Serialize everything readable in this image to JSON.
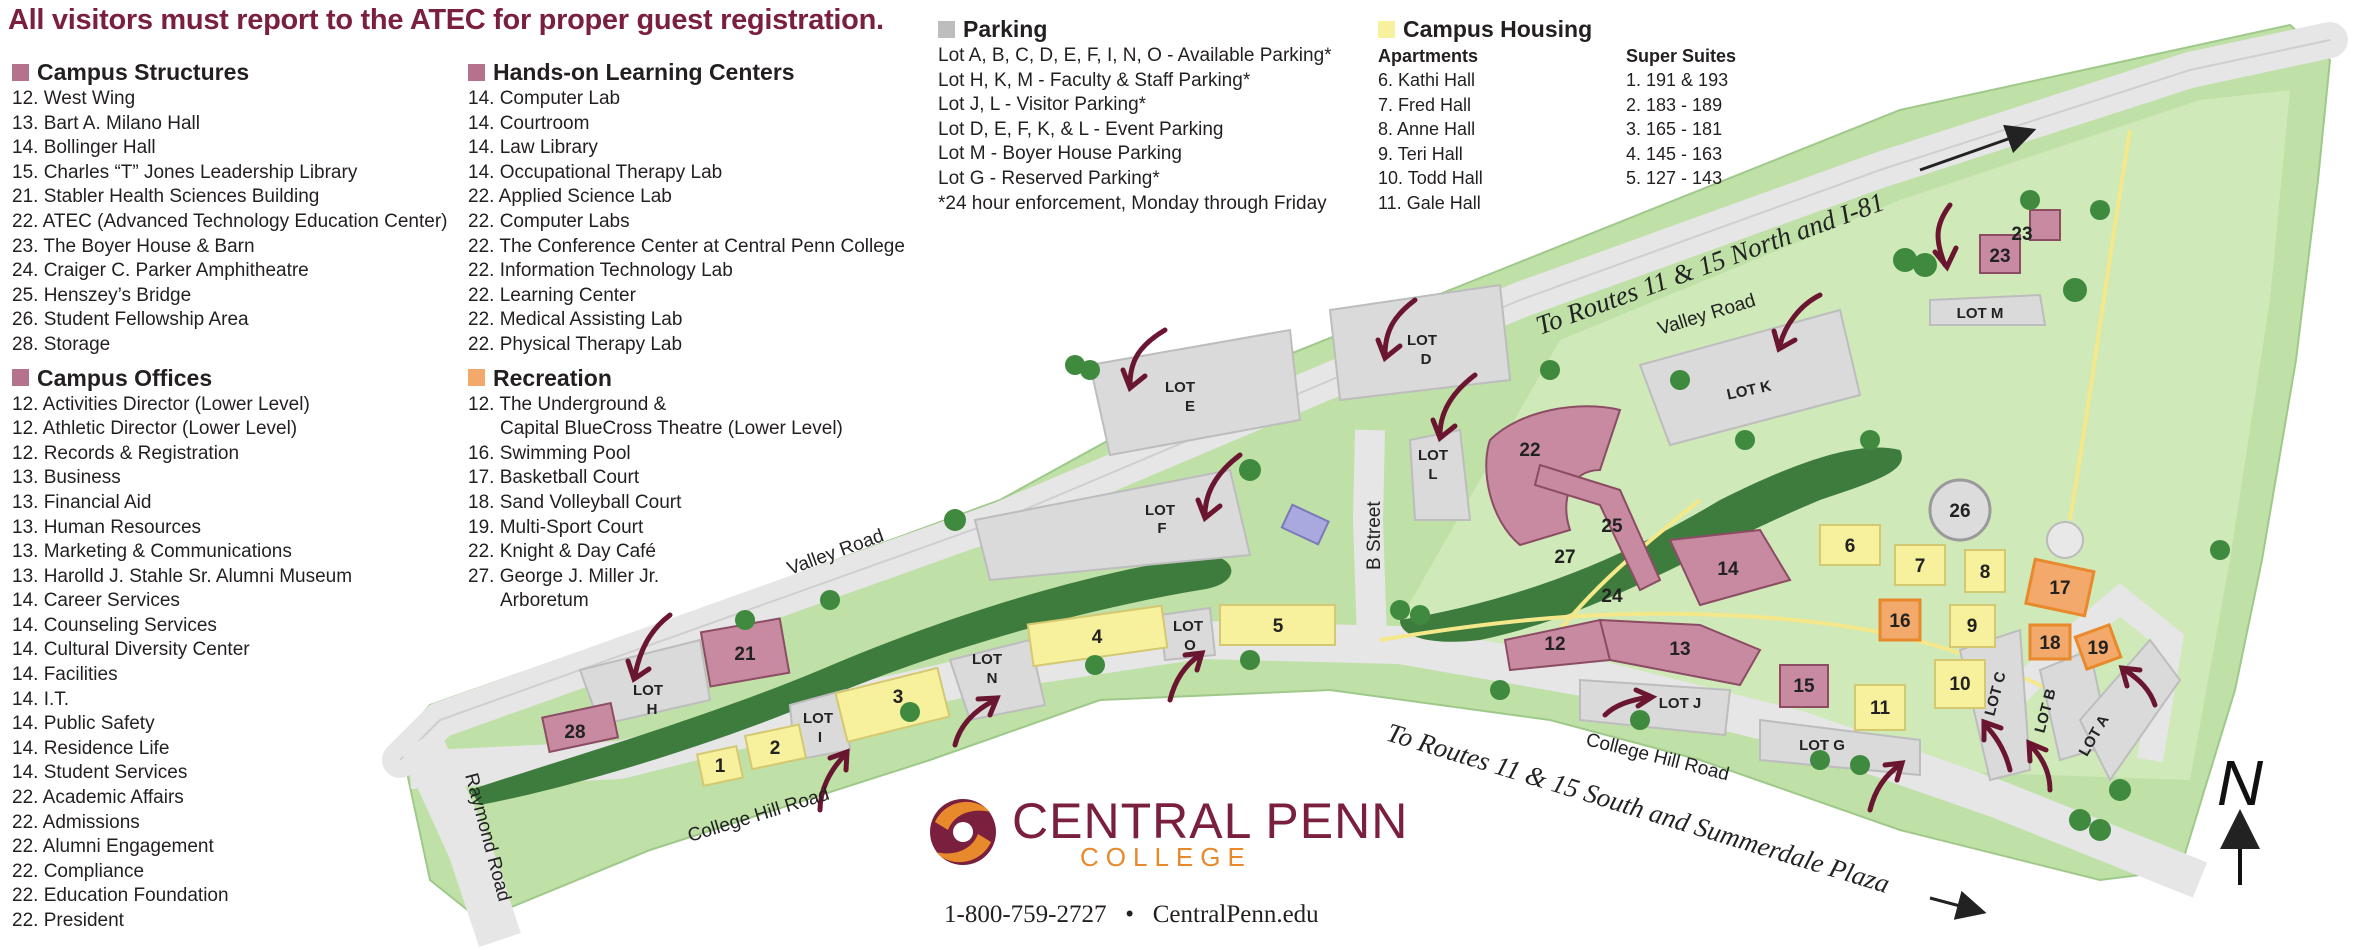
{
  "headline": "All visitors must report to the ATEC for proper guest registration.",
  "colors": {
    "structures": "#b5728a",
    "offices": "#b5728a",
    "hands_on": "#b5728a",
    "recreation": "#f2a96b",
    "parking": "#bdbdbd",
    "housing": "#f7f09c",
    "brand": "#7a1f3d",
    "accent_orange": "#e8892b",
    "grass": "#bfe0a6",
    "woods": "#3e7c3d"
  },
  "campus_structures": {
    "title": "Campus Structures",
    "items": [
      "12. West Wing",
      "13. Bart A. Milano Hall",
      "14. Bollinger Hall",
      "15. Charles “T” Jones Leadership Library",
      "21. Stabler Health Sciences Building",
      "22. ATEC (Advanced Technology Education Center)",
      "23. The Boyer House & Barn",
      "24. Craiger C. Parker Amphitheatre",
      "25. Henszey’s Bridge",
      "26. Student Fellowship Area",
      "28. Storage"
    ]
  },
  "campus_offices": {
    "title": "Campus Offices",
    "items": [
      "12. Activities Director (Lower Level)",
      "12. Athletic Director (Lower Level)",
      "12. Records & Registration",
      "13. Business",
      "13. Financial Aid",
      "13. Human Resources",
      "13. Marketing & Communications",
      "13. Harolld J. Stahle Sr. Alumni Museum",
      "14. Career Services",
      "14. Counseling Services",
      "14. Cultural Diversity Center",
      "14. Facilities",
      "14. I.T.",
      "14. Public Safety",
      "14. Residence Life",
      "14. Student Services",
      "22. Academic Affairs",
      "22. Admissions",
      "22. Alumni Engagement",
      "22. Compliance",
      "22. Education Foundation",
      "22. President"
    ]
  },
  "hands_on": {
    "title": "Hands-on Learning Centers",
    "items": [
      "14. Computer Lab",
      "14. Courtroom",
      "14. Law Library",
      "14. Occupational Therapy Lab",
      "22. Applied Science Lab",
      "22. Computer Labs",
      "22. The Conference Center at Central Penn College",
      "22. Information Technology Lab",
      "22. Learning Center",
      "22. Medical Assisting Lab",
      "22. Physical Therapy Lab"
    ]
  },
  "recreation": {
    "title": "Recreation",
    "items": [
      "12. The Underground &",
      "Capital BlueCross Theatre (Lower Level)",
      "16. Swimming Pool",
      "17. Basketball Court",
      "18. Sand Volleyball Court",
      "19. Multi-Sport Court",
      "22. Knight & Day Café",
      "27. George J. Miller Jr.",
      "Arboretum"
    ]
  },
  "parking": {
    "title": "Parking",
    "items": [
      "Lot A, B, C, D, E, F, I, N, O - Available Parking*",
      "Lot H, K, M - Faculty & Staff Parking*",
      "Lot J, L - Visitor Parking*",
      "Lot D, E, F, K, & L - Event Parking",
      "Lot M - Boyer House Parking",
      "Lot G - Reserved Parking*",
      "*24 hour enforcement, Monday through Friday"
    ]
  },
  "housing": {
    "title": "Campus Housing",
    "apartments_title": "Apartments",
    "apartments": [
      "6. Kathi Hall",
      "7. Fred Hall",
      "8. Anne Hall",
      "9. Teri Hall",
      "10. Todd Hall",
      "11. Gale Hall"
    ],
    "suites_title": "Super Suites",
    "suites": [
      "1. 191 & 193",
      "2. 183 - 189",
      "3. 165 - 181",
      "4. 145 - 163",
      "5. 127 - 143"
    ]
  },
  "map": {
    "road_valley_west": "Valley Road",
    "road_valley_east": "Valley Road",
    "road_college_hill_west": "College Hill Road",
    "road_college_hill_east": "College Hill Road",
    "road_b_street": "B Street",
    "road_raymond": "Raymond Road",
    "route_north": "To Routes 11 & 15 North and I-81",
    "route_south": "To Routes 11 & 15 South and Summerdale Plaza",
    "north_symbol": "N",
    "lots": {
      "A": "LOT A",
      "B": "LOT B",
      "C": "LOT C",
      "D1": "LOT",
      "D2": "D",
      "E1": "LOT",
      "E2": "E",
      "F1": "LOT",
      "F2": "F",
      "G": "LOT G",
      "H1": "LOT",
      "H2": "H",
      "I1": "LOT",
      "I2": "I",
      "J": "LOT J",
      "K": "LOT K",
      "L1": "LOT",
      "L2": "L",
      "M": "LOT M",
      "N1": "LOT",
      "N2": "N",
      "O1": "LOT",
      "O2": "O"
    },
    "buildings": {
      "b1": "1",
      "b2": "2",
      "b3": "3",
      "b4": "4",
      "b5": "5",
      "b6": "6",
      "b7": "7",
      "b8": "8",
      "b9": "9",
      "b10": "10",
      "b11": "11",
      "b12": "12",
      "b13": "13",
      "b14": "14",
      "b15": "15",
      "b16": "16",
      "b17": "17",
      "b18": "18",
      "b19": "19",
      "b21": "21",
      "b22": "22",
      "b23a": "23",
      "b23b": "23",
      "b24": "24",
      "b25": "25",
      "b26": "26",
      "b27": "27",
      "b28": "28"
    }
  },
  "logo": {
    "name": "CENTRAL PENN",
    "subname": "COLLEGE"
  },
  "footer": {
    "phone": "1-800-759-2727",
    "separator": "•",
    "website": "CentralPenn.edu"
  }
}
